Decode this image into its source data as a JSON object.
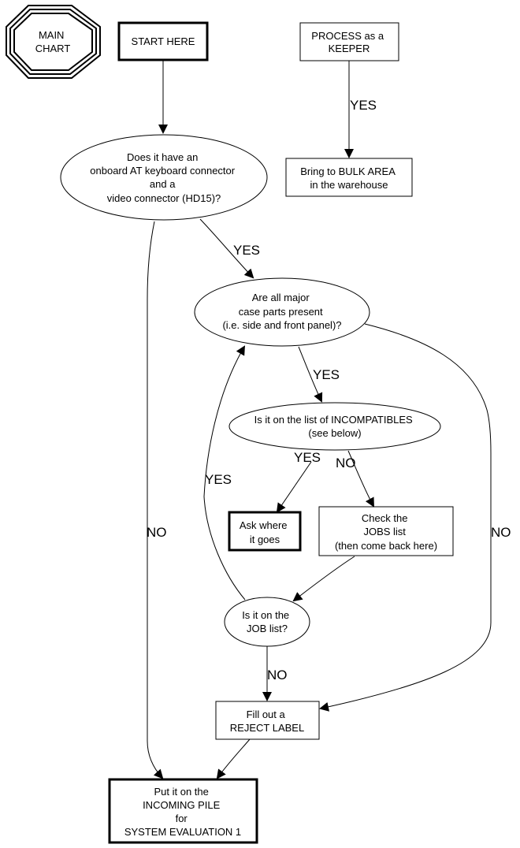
{
  "diagram": {
    "colors": {
      "stroke": "#000000",
      "background": "#ffffff",
      "text": "#000000"
    },
    "nodes": {
      "main_chart": {
        "shape": "triple-octagon",
        "lines": [
          "MAIN",
          "CHART"
        ]
      },
      "start_here": {
        "shape": "bold-box",
        "lines": [
          "START HERE"
        ]
      },
      "process_keeper": {
        "shape": "box",
        "lines": [
          "PROCESS as a",
          "KEEPER"
        ]
      },
      "bulk_area": {
        "shape": "box",
        "lines": [
          "Bring to BULK AREA",
          "in the warehouse"
        ]
      },
      "has_connectors": {
        "shape": "ellipse",
        "lines": [
          "Does it have an",
          "onboard AT keyboard connector",
          "and a",
          "video connector (HD15)?"
        ]
      },
      "case_parts": {
        "shape": "ellipse",
        "lines": [
          "Are all major",
          "case parts present",
          "(i.e. side and front panel)?"
        ]
      },
      "incompatibles": {
        "shape": "ellipse",
        "lines": [
          "Is it on the list of INCOMPATIBLES",
          "(see below)"
        ]
      },
      "ask_where": {
        "shape": "bold-box",
        "lines": [
          "Ask where",
          "it goes"
        ]
      },
      "check_jobs": {
        "shape": "box",
        "lines": [
          "Check the",
          "JOBS list",
          "(then come back here)"
        ]
      },
      "job_list": {
        "shape": "ellipse",
        "lines": [
          "Is it on the",
          "JOB list?"
        ]
      },
      "reject_label": {
        "shape": "box",
        "lines": [
          "Fill out a",
          "REJECT LABEL"
        ]
      },
      "incoming_pile": {
        "shape": "bold-box",
        "lines": [
          "Put it on the",
          "INCOMING PILE",
          "for",
          "SYSTEM EVALUATION 1"
        ]
      }
    },
    "edges": [
      {
        "from": "start_here",
        "to": "has_connectors",
        "label": ""
      },
      {
        "from": "process_keeper",
        "to": "bulk_area",
        "label": "YES"
      },
      {
        "from": "has_connectors",
        "to": "case_parts",
        "label": "YES"
      },
      {
        "from": "has_connectors",
        "to": "incoming_pile",
        "label": "NO"
      },
      {
        "from": "case_parts",
        "to": "incompatibles",
        "label": "YES"
      },
      {
        "from": "case_parts",
        "to": "reject_label",
        "label": "NO"
      },
      {
        "from": "incompatibles",
        "to": "ask_where",
        "label": "YES"
      },
      {
        "from": "incompatibles",
        "to": "check_jobs",
        "label": "NO"
      },
      {
        "from": "check_jobs",
        "to": "job_list",
        "label": ""
      },
      {
        "from": "job_list",
        "to": "case_parts",
        "label": "YES"
      },
      {
        "from": "job_list",
        "to": "reject_label",
        "label": "NO"
      },
      {
        "from": "reject_label",
        "to": "incoming_pile",
        "label": ""
      }
    ]
  }
}
